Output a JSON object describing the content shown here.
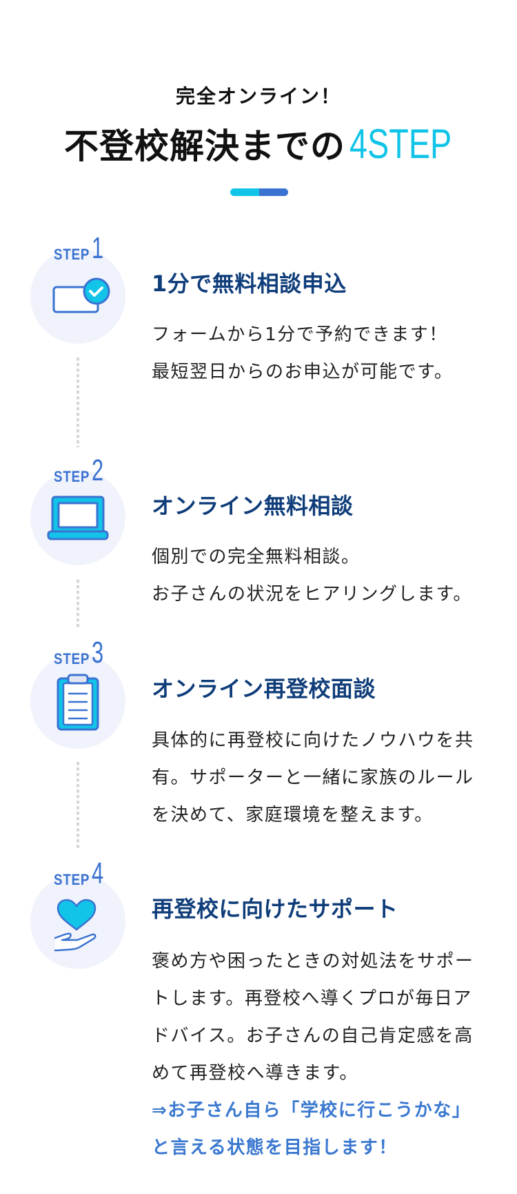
{
  "header": {
    "subtitle": "完全オンライン！",
    "title_main": "不登校解決までの",
    "title_accent": "4STEP",
    "underline_colors": [
      "#11c4e8",
      "#3a72d1"
    ]
  },
  "colors": {
    "heading": "#0f3d7a",
    "step_label": "#3a72d1",
    "accent_cyan": "#10c4e8",
    "badge_bg": "#f0f3fb",
    "emphasis": "#3a78d0",
    "body_text": "#222222"
  },
  "steps": [
    {
      "label_word": "STEP",
      "label_num": "1",
      "icon": "form-check-icon",
      "title": "1分で無料相談申込",
      "body": [
        "フォームから1分で予約できます！",
        "最短翌日からのお申込が可能です。"
      ]
    },
    {
      "label_word": "STEP",
      "label_num": "2",
      "icon": "laptop-icon",
      "title": "オンライン無料相談",
      "body": [
        "個別での完全無料相談。",
        "お子さんの状況をヒアリングします。"
      ]
    },
    {
      "label_word": "STEP",
      "label_num": "3",
      "icon": "clipboard-icon",
      "title": "オンライン再登校面談",
      "body": [
        "具体的に再登校に向けたノウハウを共",
        "有。サポーターと一緒に家族のルール",
        "を決めて、家庭環境を整えます。"
      ]
    },
    {
      "label_word": "STEP",
      "label_num": "4",
      "icon": "heart-hand-icon",
      "title": "再登校に向けたサポート",
      "body": [
        "褒め方や困ったときの対処法をサポー",
        "トします。再登校へ導くプロが毎日ア",
        "ドバイス。お子さんの自己肯定感を高",
        "めて再登校へ導きます。"
      ],
      "emphasis": [
        "⇒お子さん自ら「学校に行こうかな」",
        "と言える状態を目指します！"
      ]
    }
  ]
}
